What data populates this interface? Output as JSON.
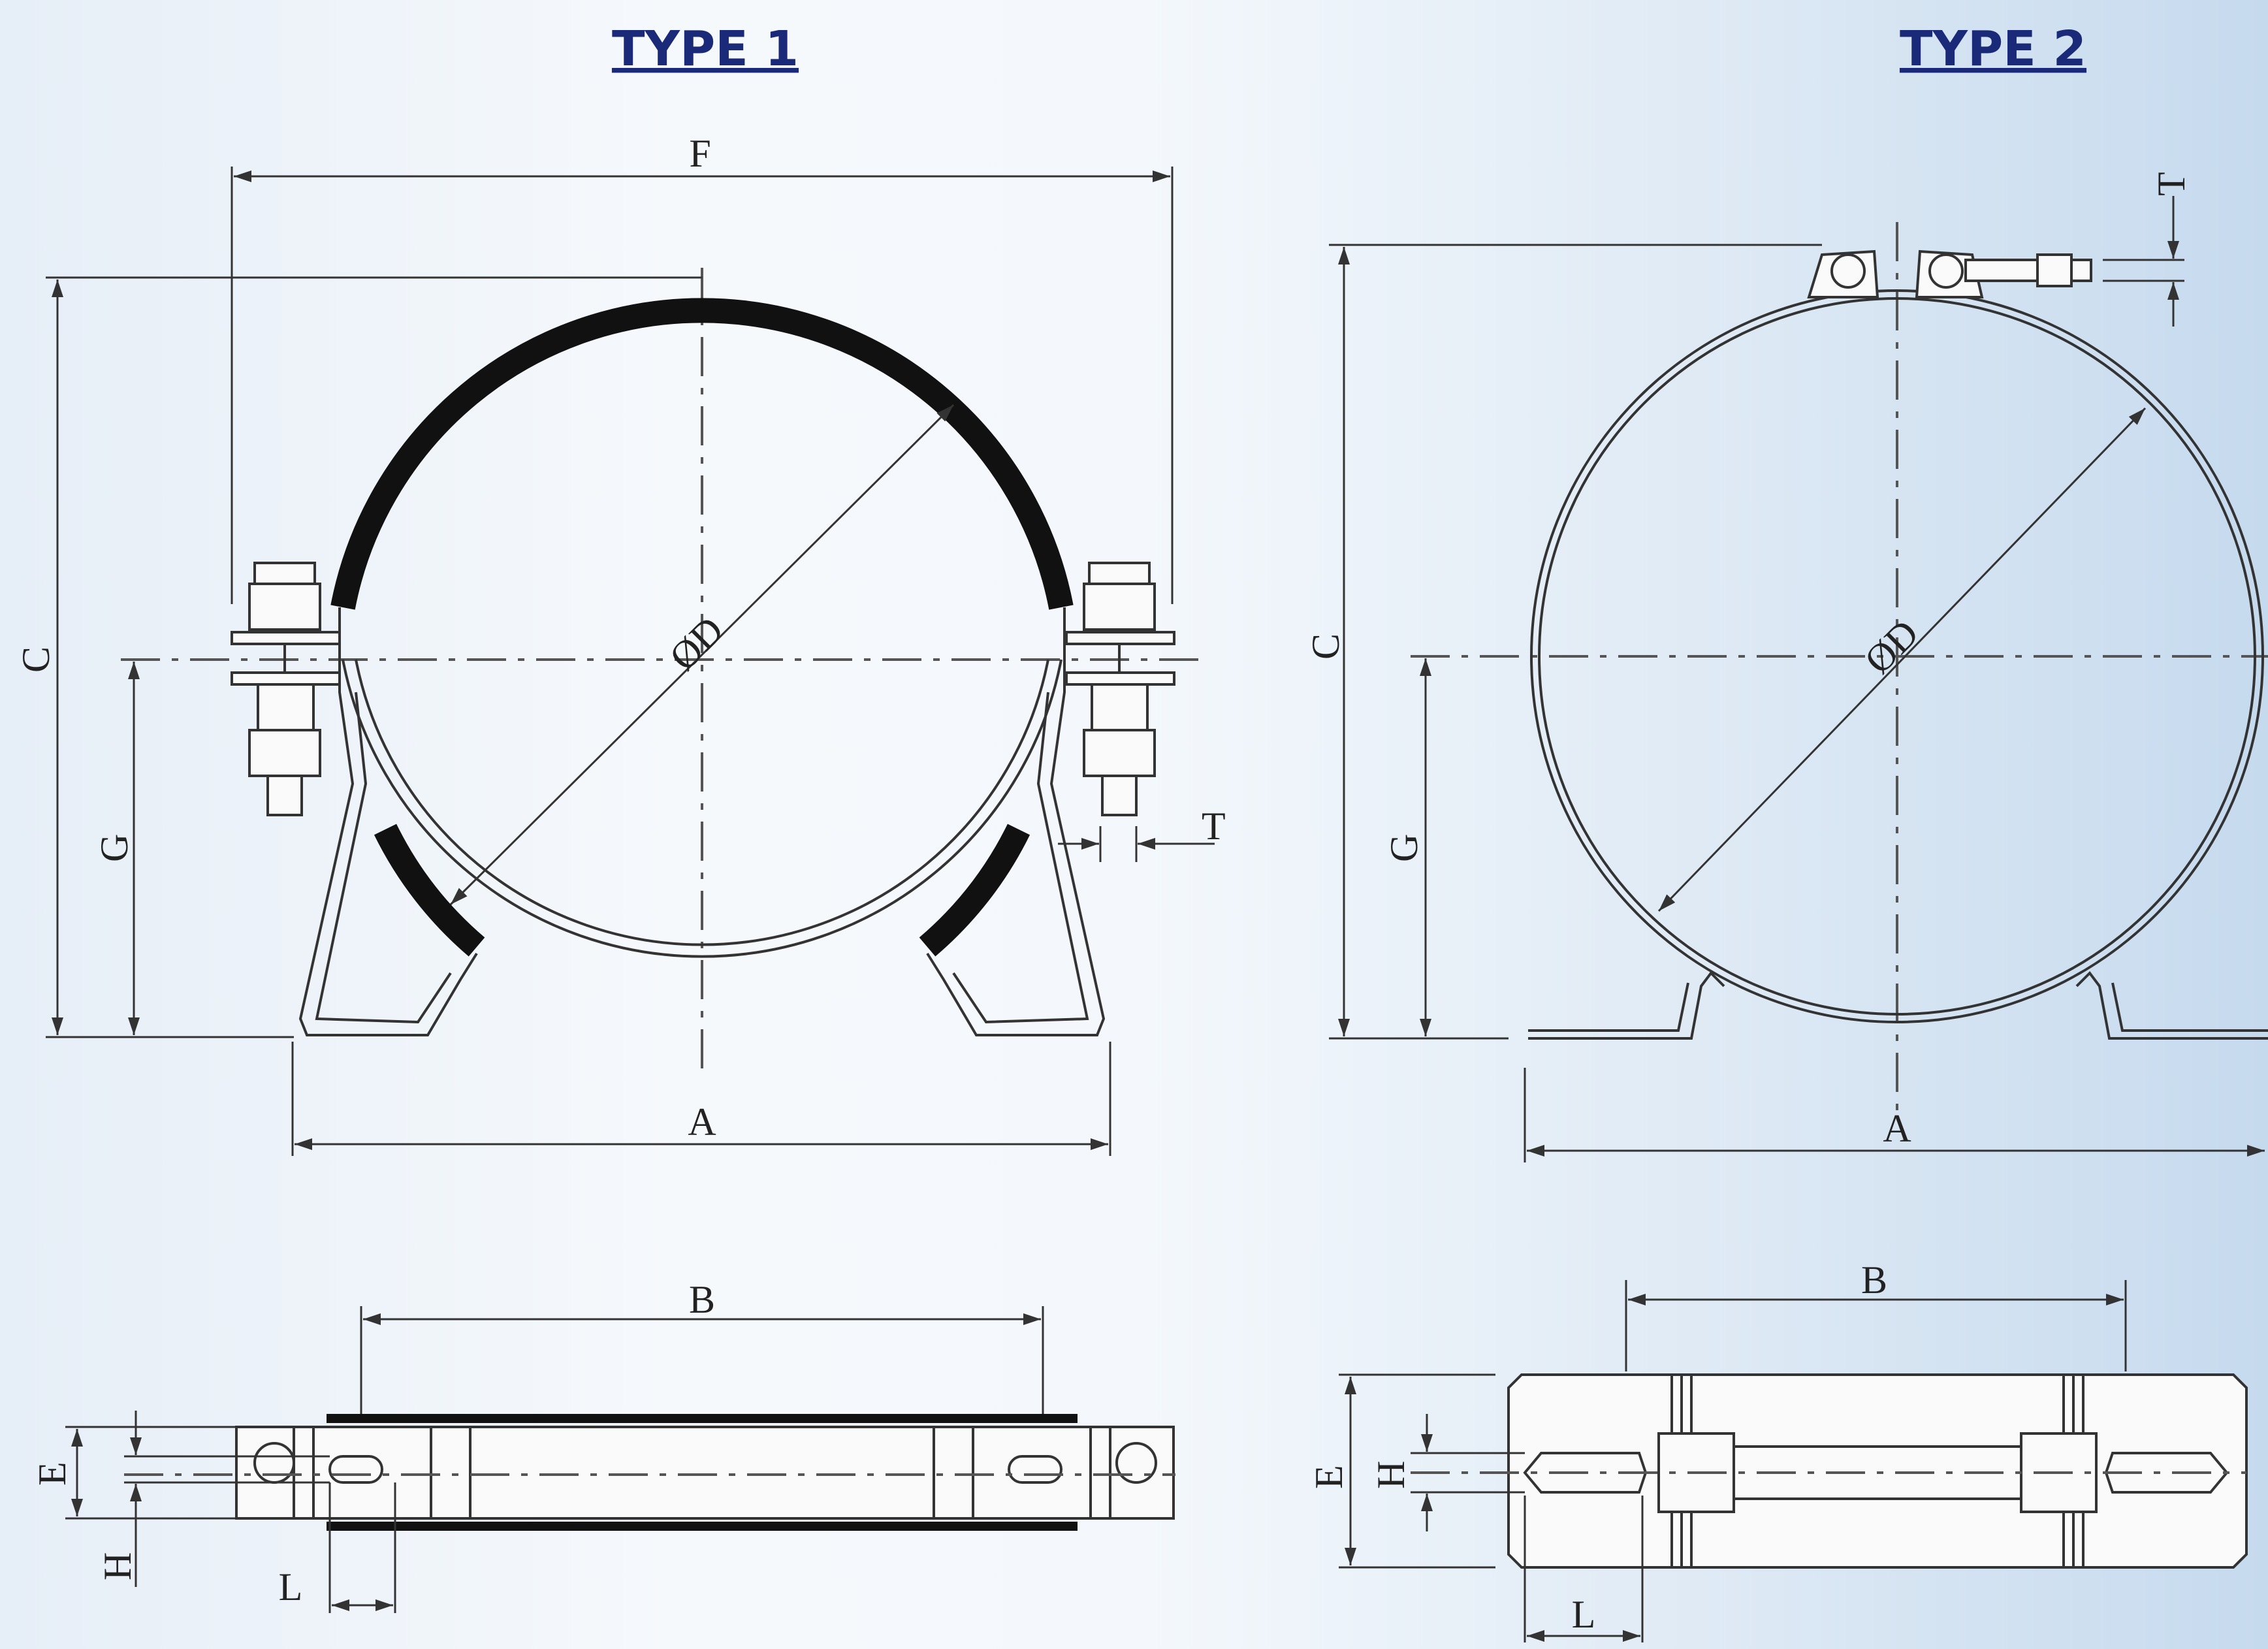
{
  "type1": {
    "title": "TYPE 1",
    "labels": {
      "F": "F",
      "C": "C",
      "G": "G",
      "D": "ØD",
      "T": "T",
      "A": "A",
      "B": "B",
      "E": "E",
      "H": "H",
      "L": "L"
    }
  },
  "type2": {
    "title": "TYPE 2",
    "labels": {
      "T": "T",
      "C": "C",
      "G": "G",
      "D": "ØD",
      "A": "A",
      "B": "B",
      "E": "E",
      "H": "H",
      "L": "L"
    }
  }
}
